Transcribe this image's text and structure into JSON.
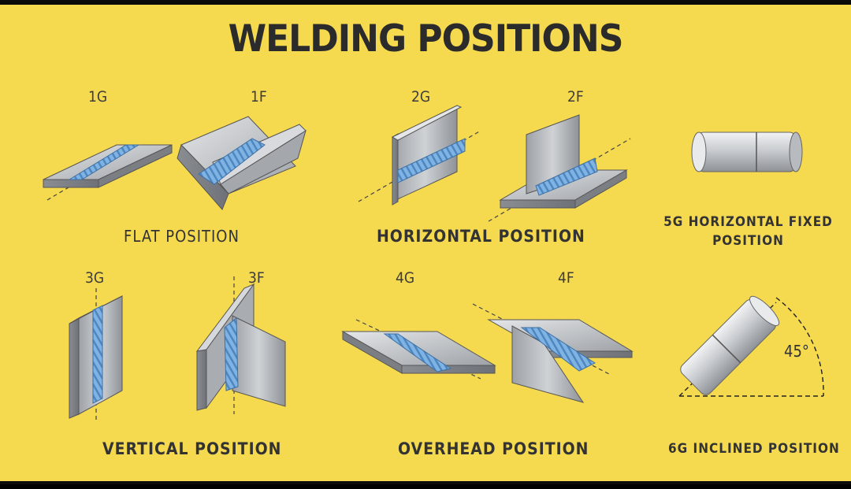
{
  "title": "WELDING POSITIONS",
  "codes": {
    "g1": "1G",
    "f1": "1F",
    "g2": "2G",
    "f2": "2F",
    "g3": "3G",
    "f3": "3F",
    "g4": "4G",
    "f4": "4F"
  },
  "positions": {
    "flat": "FLAT POSITION",
    "horizontal": "HORIZONTAL POSITION",
    "fixed_line1": "5G HORIZONTAL FIXED",
    "fixed_line2": "POSITION",
    "vertical": "VERTICAL POSITION",
    "overhead": "OVERHEAD POSITION",
    "inclined": "6G INCLINED POSITION"
  },
  "angle": "45°",
  "colors": {
    "background": "#f5d94e",
    "metal": "#b9bcc0",
    "weld": "#6fa8dc",
    "text": "#333333"
  }
}
